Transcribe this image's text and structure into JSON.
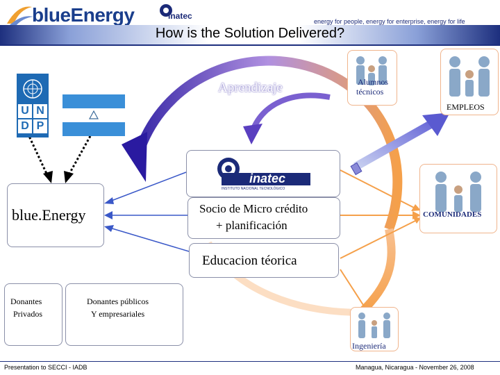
{
  "header": {
    "logo_text": "blueEnergy",
    "inatec_logo_text": "inatec",
    "tagline": "energy for people, energy for enterprise, energy for life",
    "title": "How is the Solution Delivered?"
  },
  "diagram": {
    "undp_letters": [
      "U",
      "N",
      "D",
      "P"
    ],
    "nodes": {
      "blue_energy": "blue.Energy",
      "inatec_logo": "inatec",
      "inatec_sub": "INSTITUTO NACIONAL TECNOLÓGICO",
      "socio_line1": "Socio de Micro crédito",
      "socio_line2": "+ planificación",
      "educacion": "Educacion téorica",
      "donantes_privados_line1": "Donantes",
      "donantes_privados_line2": "Privados",
      "donantes_publicos_line1": "Donantes públicos",
      "donantes_publicos_line2": "Y empresariales"
    },
    "labels": {
      "aprendizaje": "Aprendizaje",
      "alumnos_line1": "Alumnos",
      "alumnos_line2": "técnicos",
      "empleos": "EMPLEOS",
      "comunidades": "COMUNIDADES",
      "ingenieria": "Ingeniería"
    },
    "colors": {
      "navy": "#1d2f7e",
      "orange": "#f5a04a",
      "purple": "#5a3fc0",
      "people_blue": "#8aa8c8"
    }
  },
  "footer": {
    "left": "Presentation to SECCI - IADB",
    "right": "Managua, Nicaragua - November 26, 2008"
  }
}
